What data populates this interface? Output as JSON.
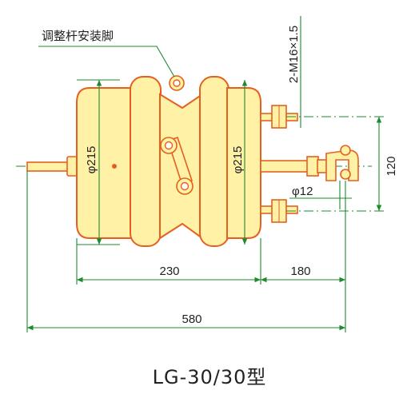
{
  "callout_label": "调整杆安装脚",
  "model_label": "LG-30/30型",
  "dimensions": {
    "body_dia_left": "φ215",
    "body_dia_right": "φ215",
    "thread": "2-M16×1.5",
    "pin_dia": "φ12",
    "mount_spacing": "120",
    "body_length": "230",
    "rod_length": "180",
    "total_length": "580"
  },
  "colors": {
    "outline": "#e5601f",
    "fill": "#fff1a6",
    "dimension_lines": "#1c8a2e"
  }
}
